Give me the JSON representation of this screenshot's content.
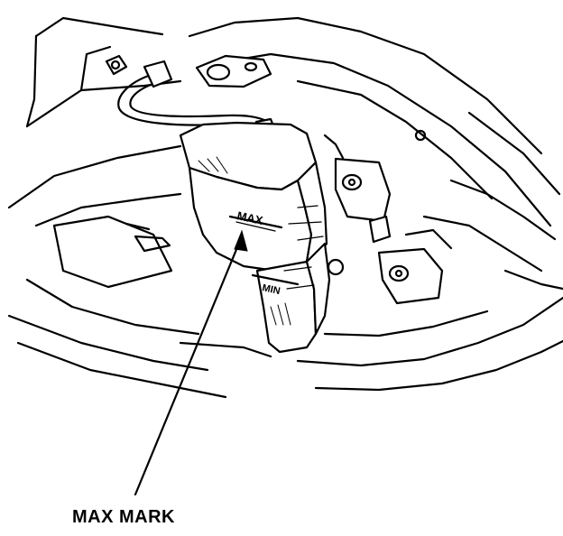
{
  "diagram": {
    "tank_labels": {
      "max": "MAX",
      "min": "MIN"
    },
    "callout": {
      "label": "MAX MARK"
    },
    "colors": {
      "line": "#000000",
      "background": "#ffffff"
    }
  }
}
